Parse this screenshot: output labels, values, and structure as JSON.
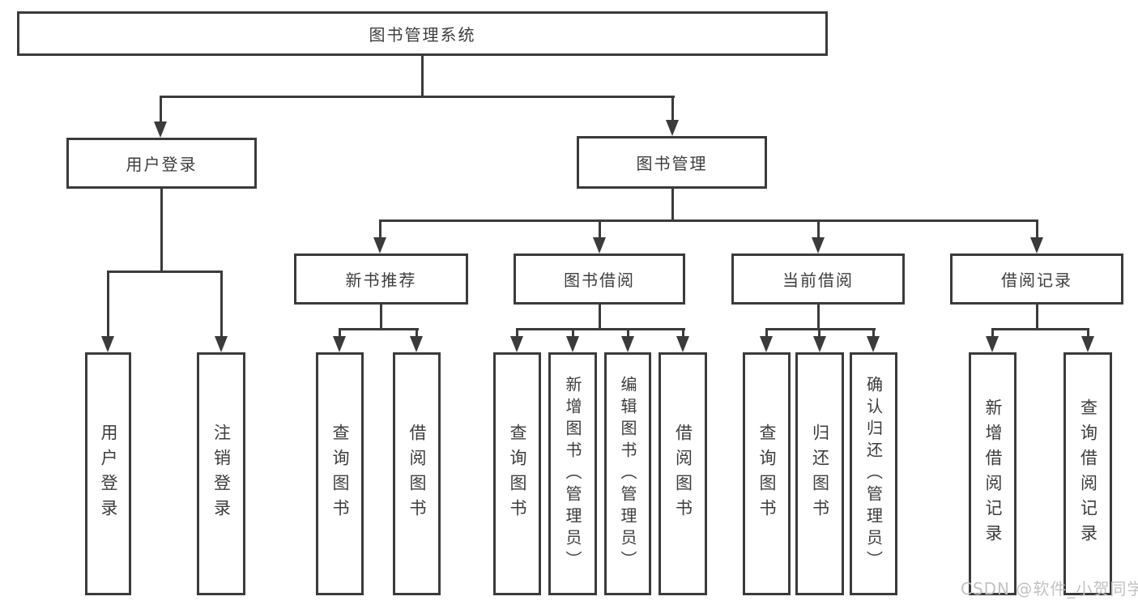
{
  "diagram": {
    "watermark": "CSDN @软件_小贺同学",
    "colors": {
      "line": "#3b3b3b",
      "text": "#3d3d3d",
      "node_fill": "#ffffff",
      "watermark": "#c2c2c2",
      "background": "#ffffff"
    },
    "tree": {
      "root": "图书管理系统",
      "children": [
        {
          "label": "用户登录",
          "children": [
            "用户登录",
            "注销登录"
          ]
        },
        {
          "label": "图书管理",
          "children": [
            {
              "label": "新书推荐",
              "children": [
                "查询图书",
                "借阅图书"
              ]
            },
            {
              "label": "图书借阅",
              "children": [
                "查询图书",
                "新增图书（管理员）",
                "编辑图书（管理员）",
                "借阅图书"
              ]
            },
            {
              "label": "当前借阅",
              "children": [
                "查询图书",
                "归还图书",
                "确认归还（管理员）"
              ]
            },
            {
              "label": "借阅记录",
              "children": [
                "新增借阅记录",
                "查询借阅记录"
              ]
            }
          ]
        }
      ]
    }
  }
}
